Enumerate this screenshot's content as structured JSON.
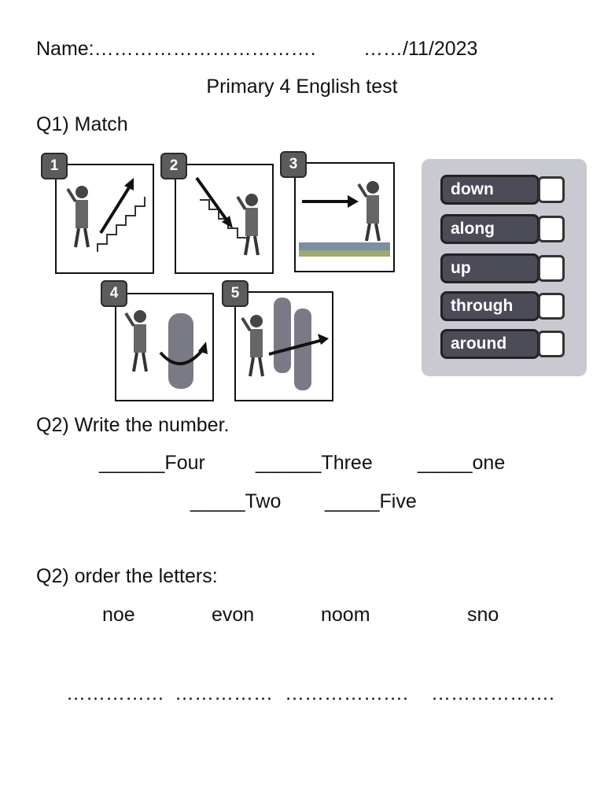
{
  "header": {
    "name_label": "Name:…………………………….",
    "date": "……/11/2023",
    "title": "Primary 4 English test"
  },
  "q1": {
    "heading": "Q1) Match",
    "badges": [
      "1",
      "2",
      "3",
      "4",
      "5"
    ],
    "words": [
      "down",
      "along",
      "up",
      "through",
      "around"
    ]
  },
  "q2_number": {
    "heading": "Q2) Write the number.",
    "row1": [
      "______Four",
      "______Three",
      "_____one"
    ],
    "row2": [
      "_____Two",
      "_____Five"
    ]
  },
  "q2_order": {
    "heading": "Q2) order the letters:",
    "words": [
      "noe",
      "evon",
      "noom",
      "sno"
    ],
    "blanks": [
      "……………",
      "……………",
      "……………….",
      "………………."
    ]
  }
}
